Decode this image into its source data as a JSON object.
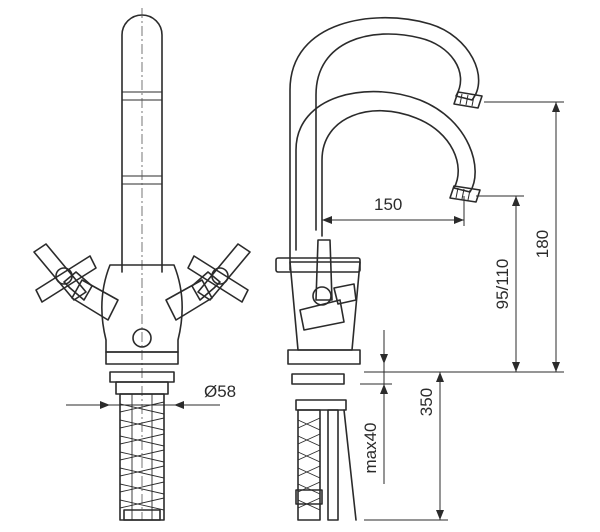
{
  "dimensions": {
    "base_diameter": "Ø58",
    "spout_reach": "150",
    "spout_height_low_high": "95/110",
    "overall_height": "180",
    "hose_length": "350",
    "max_thickness": "max40"
  },
  "colors": {
    "line": "#2b2b2b",
    "background": "#ffffff"
  }
}
